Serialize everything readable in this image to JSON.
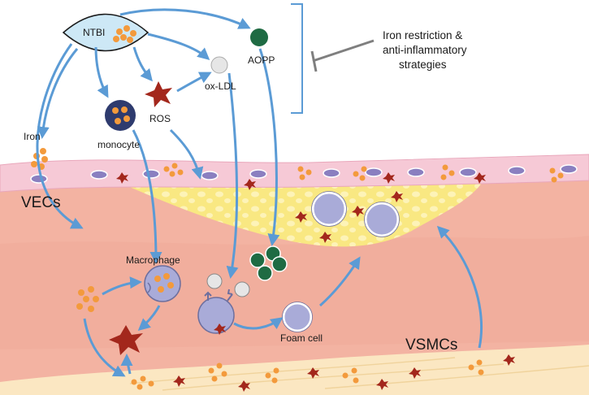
{
  "labels": {
    "ntbi": "NTBI",
    "aopp": "AOPP",
    "ox_ldl": "ox-LDL",
    "ros": "ROS",
    "iron": "Iron",
    "monocyte": "monocyte",
    "vecs": "VECs",
    "macrophage": "Macrophage",
    "foam_cell": "Foam cell",
    "vsmcs": "VSMCs",
    "strategy_line1": "Iron restriction &",
    "strategy_line2": "anti-inflammatory",
    "strategy_line3": "strategies"
  },
  "colors": {
    "arrow": "#5b9bd5",
    "iron_dot": "#f39a3c",
    "ros_star": "#a3271c",
    "aopp": "#1f6b43",
    "foam_cell": "#a9abd8",
    "tissue": "#f3b3a2",
    "plaque": "#f9e882",
    "endothelium": "#f6c9d6",
    "endo_nucleus": "#8a7fc0",
    "adventitia": "#fbe7c2",
    "inhibitor": "#7f7f7f"
  }
}
